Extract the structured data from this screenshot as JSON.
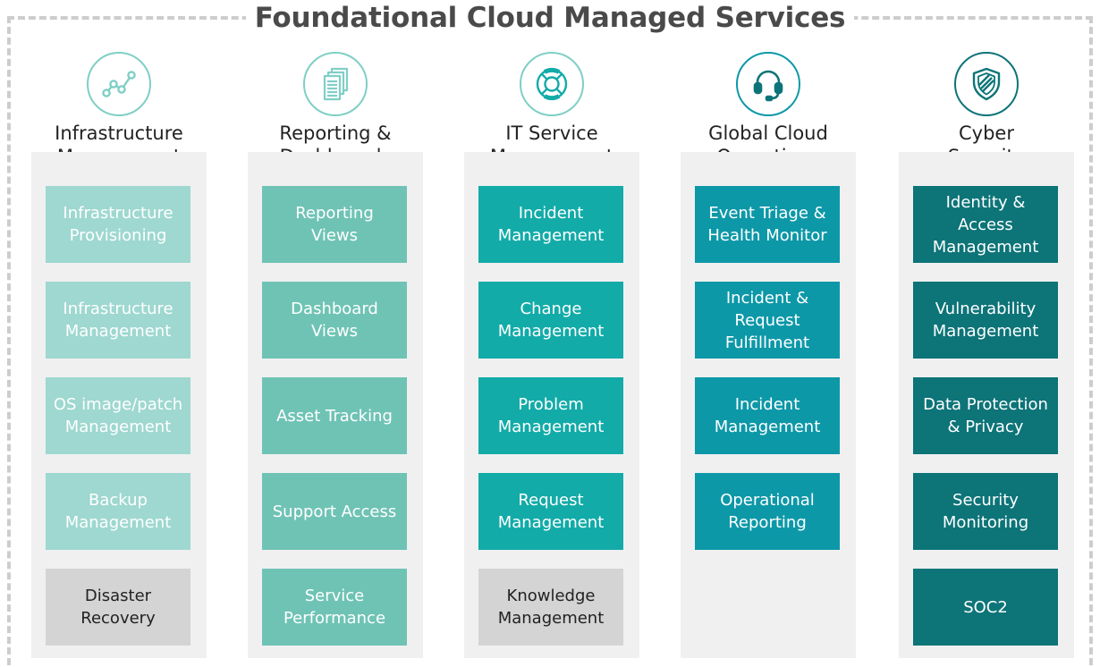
{
  "title": "Foundational Cloud Managed Services",
  "colors": {
    "frame": "#cdcdcd",
    "icon_outline": "#7fcfc6",
    "col1": "#9ed8d0",
    "col2": "#6fc3b5",
    "col3": "#12aba8",
    "col4": "#0d98a8",
    "col5": "#0d7478",
    "grey": "#d4d4d4"
  },
  "columns": [
    {
      "icon": "graph-nodes-icon",
      "title_line1": "Infrastructure",
      "title_line2": "Management",
      "items": [
        {
          "line1": "Infrastructure",
          "line2": "Provisioning"
        },
        {
          "line1": "Infrastructure",
          "line2": "Management"
        },
        {
          "line1": "OS image/patch",
          "line2": "Management"
        },
        {
          "line1": "Backup",
          "line2": "Management"
        },
        {
          "line1": "Disaster",
          "line2": "Recovery"
        }
      ]
    },
    {
      "icon": "documents-icon",
      "title_line1": "Reporting &",
      "title_line2": "Dashboards",
      "items": [
        {
          "line1": "Reporting",
          "line2": "Views"
        },
        {
          "line1": "Dashboard",
          "line2": "Views"
        },
        {
          "line1": "Asset Tracking"
        },
        {
          "line1": "Support Access"
        },
        {
          "line1": "Service",
          "line2": "Performance"
        }
      ]
    },
    {
      "icon": "lifebuoy-icon",
      "title_line1": "IT Service",
      "title_line2": "Management",
      "items": [
        {
          "line1": "Incident",
          "line2": "Management"
        },
        {
          "line1": "Change",
          "line2": "Management"
        },
        {
          "line1": "Problem",
          "line2": "Management"
        },
        {
          "line1": "Request",
          "line2": "Management"
        },
        {
          "line1": "Knowledge",
          "line2": "Management"
        }
      ]
    },
    {
      "icon": "headset-icon",
      "title_line1": "Global Cloud",
      "title_line2": "Operations",
      "items": [
        {
          "line1": "Event Triage &",
          "line2": "Health Monitor"
        },
        {
          "line1": "Incident &",
          "line2": "Request",
          "line3": "Fulfillment"
        },
        {
          "line1": "Incident",
          "line2": "Management"
        },
        {
          "line1": "Operational",
          "line2": "Reporting"
        }
      ]
    },
    {
      "icon": "shield-icon",
      "title_line1": "Cyber",
      "title_line2": "Security",
      "items": [
        {
          "line1": "Identity &",
          "line2": "Access",
          "line3": "Management"
        },
        {
          "line1": "Vulnerability",
          "line2": "Management"
        },
        {
          "line1": "Data Protection",
          "line2": "& Privacy"
        },
        {
          "line1": "Security",
          "line2": "Monitoring"
        },
        {
          "line1": "SOC2"
        }
      ]
    }
  ]
}
